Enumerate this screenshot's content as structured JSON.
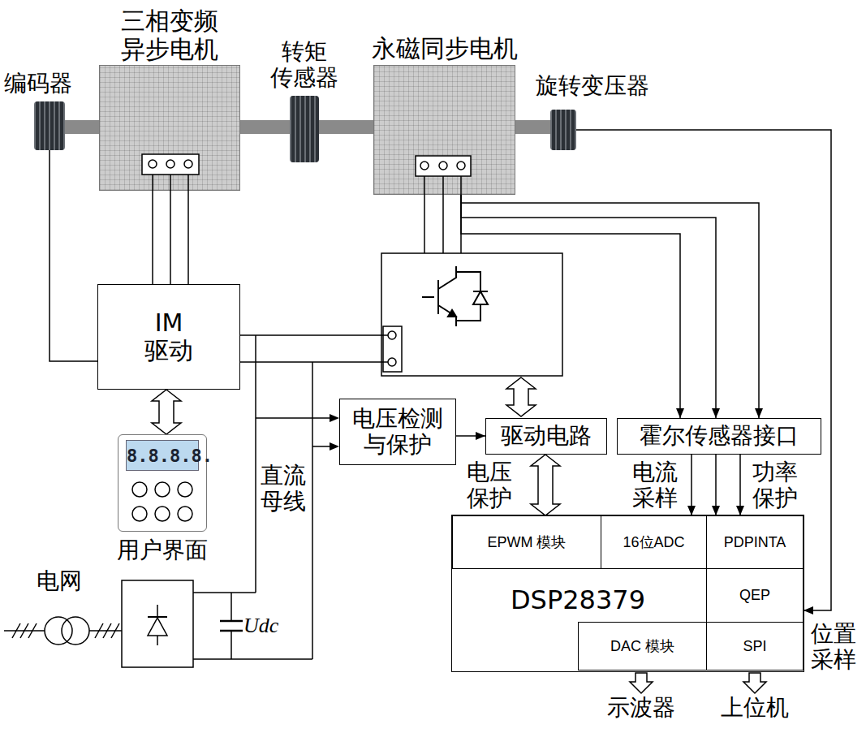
{
  "diagram": {
    "nodes": [
      {
        "text": [
          "三相变频 异步电机"
        ]
      },
      {
        "text": [
          "编码器"
        ]
      },
      {
        "text": [
          "转矩 传感器"
        ]
      },
      {
        "text": [
          "永磁同步电机"
        ]
      },
      {
        "text": [
          "旋转变压器"
        ]
      },
      {
        "text": [
          "IM 驱动"
        ]
      },
      {
        "text": [
          "8.8.8.8.",
          "用户界面"
        ]
      },
      {
        "text": [
          "电压检测 与保护"
        ]
      },
      {
        "text": [
          "驱动电路"
        ]
      },
      {
        "text": [
          "霍尔传感器接口"
        ]
      },
      {
        "text": [
          "DSP28379"
        ]
      },
      {
        "text": [
          "EPWM 模块"
        ],
        "in": 10
      },
      {
        "text": [
          "16位ADC"
        ],
        "in": 10
      },
      {
        "text": [
          "PDPINTA"
        ],
        "in": 10
      },
      {
        "text": [
          "QEP"
        ],
        "in": 10
      },
      {
        "text": [
          "DAC 模块"
        ],
        "in": 10
      },
      {
        "text": [
          "SPI"
        ],
        "in": 10
      }
    ],
    "edges": [
      {
        "from": 1,
        "to": 5,
        "arrow": "none"
      },
      {
        "from": 0,
        "to": 5,
        "arrow": "none"
      },
      {
        "from": 0,
        "to": 5,
        "arrow": "none"
      },
      {
        "from": 0,
        "to": 5,
        "arrow": "none"
      },
      {
        "from": 5,
        "to": 6,
        "arrow": "both"
      },
      {
        "from": 3,
        "to": 9,
        "arrow": "to"
      },
      {
        "from": 3,
        "to": 9,
        "arrow": "to"
      },
      {
        "from": 3,
        "to": 9,
        "arrow": "to"
      },
      {
        "from": 4,
        "to": 14,
        "arrow": "to"
      },
      {
        "from": 7,
        "to": 8,
        "arrow": "to"
      },
      {
        "from": 8,
        "to": 11,
        "arrow": "both",
        "label": "电压 保护"
      },
      {
        "from": 9,
        "to": 12,
        "arrow": "to",
        "label": "电流 采样"
      },
      {
        "from": 9,
        "to": 13,
        "arrow": "to"
      },
      {
        "from": 9,
        "to": 13,
        "arrow": "to",
        "label": "功率 保护"
      }
    ],
    "labels": [
      "直流 母线",
      "电网",
      "Udc",
      "位置 采样",
      "示波器",
      "上位机"
    ]
  }
}
